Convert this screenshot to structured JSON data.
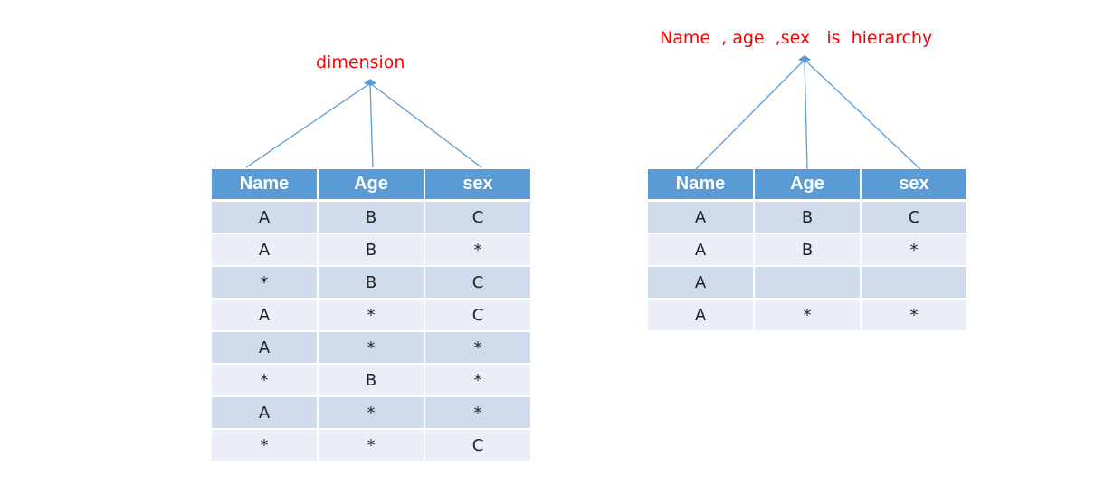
{
  "colors": {
    "header_bg": "#5b9bd5",
    "row_odd": "#cfdbec",
    "row_even": "#e9eef7",
    "connector": "#5b9bd5",
    "caption": "#ff0000"
  },
  "left": {
    "caption": "dimension",
    "headers": [
      "Name",
      "Age",
      "sex"
    ],
    "rows": [
      [
        "A",
        "B",
        "C"
      ],
      [
        "A",
        "B",
        "*"
      ],
      [
        "*",
        "B",
        "C"
      ],
      [
        "A",
        "*",
        "C"
      ],
      [
        "A",
        "*",
        "*"
      ],
      [
        "*",
        "B",
        "*"
      ],
      [
        "A",
        "*",
        "*"
      ],
      [
        "*",
        "*",
        "C"
      ]
    ]
  },
  "right": {
    "caption": "Name  , age  ,sex   is  hierarchy",
    "headers": [
      "Name",
      "Age",
      "sex"
    ],
    "rows": [
      [
        "A",
        "B",
        "C"
      ],
      [
        "A",
        "B",
        "*"
      ],
      [
        "A",
        "",
        ""
      ],
      [
        "A",
        "*",
        "*"
      ]
    ]
  }
}
